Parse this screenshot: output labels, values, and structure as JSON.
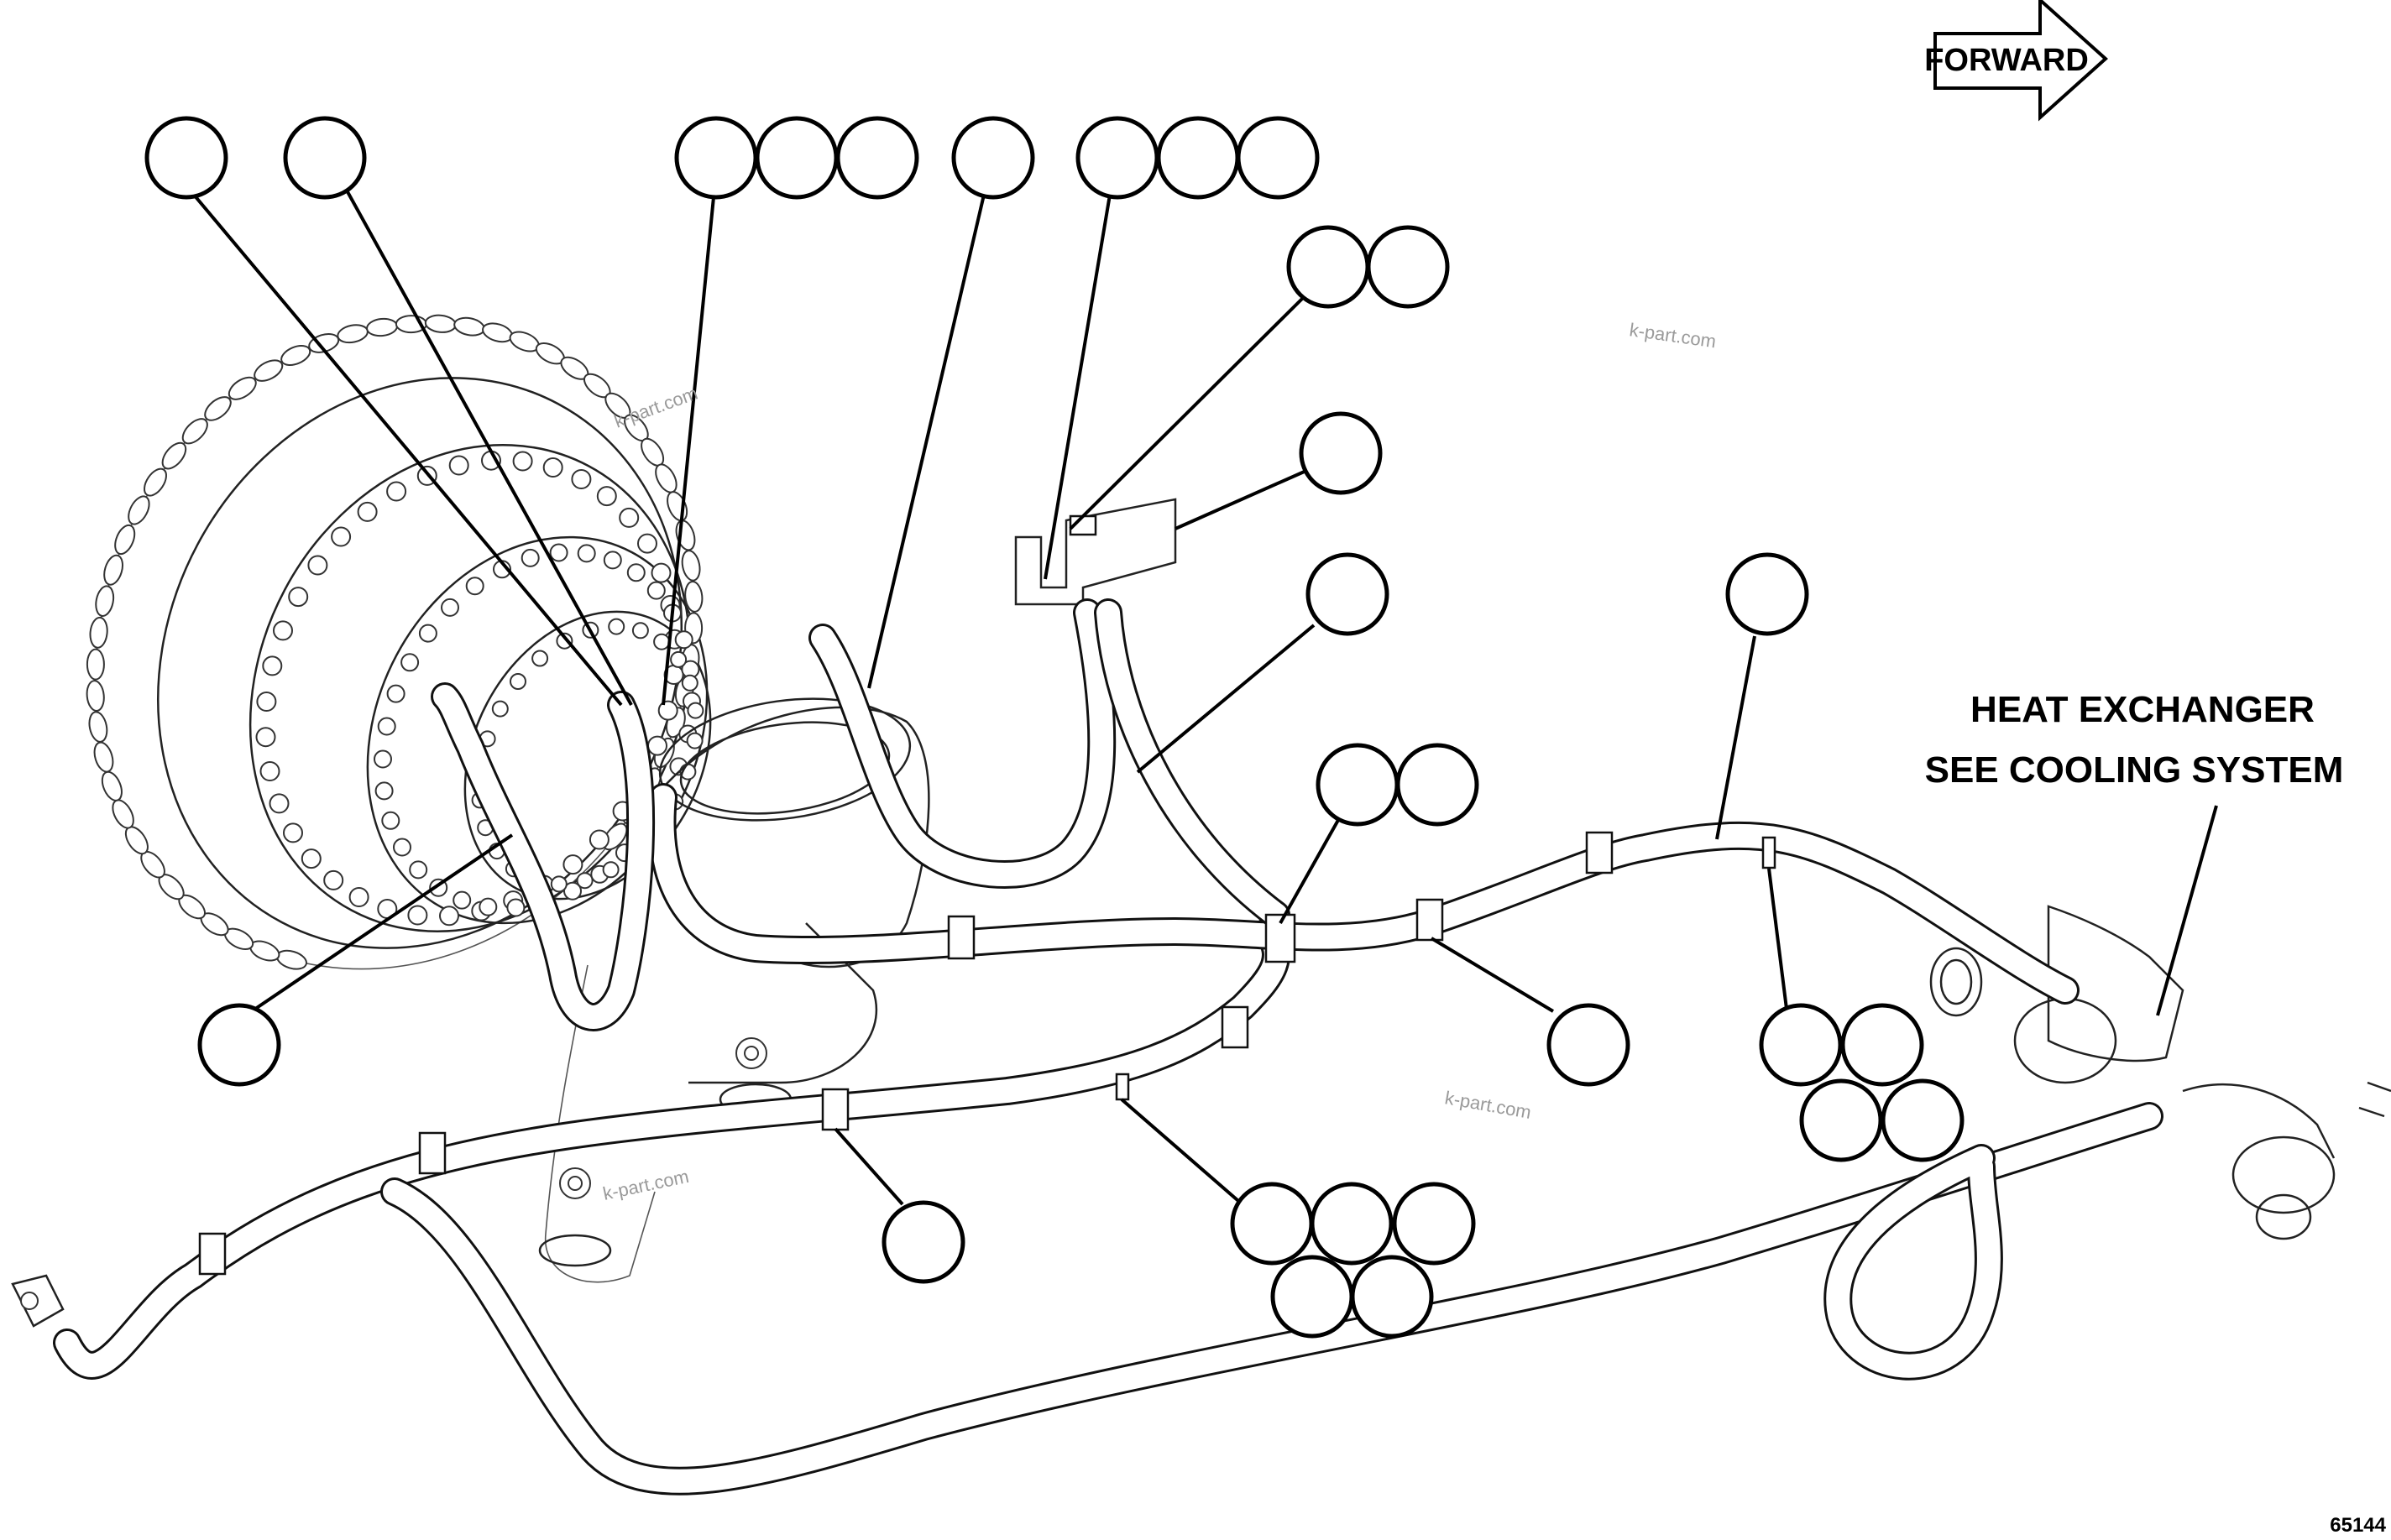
{
  "forward_label": "FORWARD",
  "notes": {
    "heat_exchanger_line1": "HEAT EXCHANGER",
    "heat_exchanger_line2": "SEE COOLING SYSTEM"
  },
  "figure_number": "65144",
  "watermarks": [
    "k-part.com",
    "k-part.com",
    "k-part.com",
    "k-part.com"
  ]
}
